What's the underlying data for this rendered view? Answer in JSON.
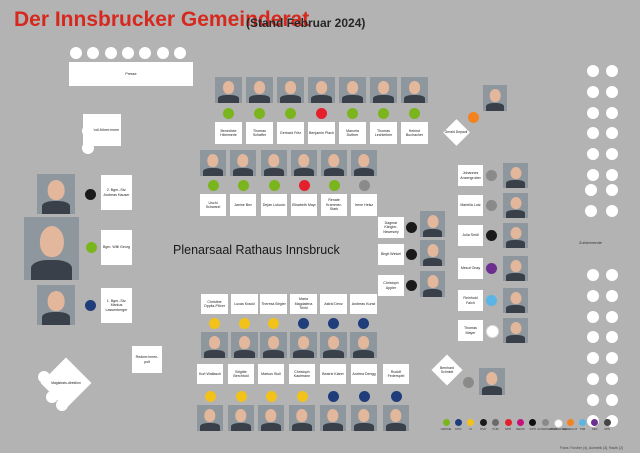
{
  "header": {
    "title": "Der Innsbrucker Gemeinderat",
    "subtitle": "(Stand Februar 2024)"
  },
  "hall_label": "Plenarsaal Rathaus Innsbruck",
  "labels": {
    "presse": "Presse",
    "protokoll": "Protokoll-führer:innen",
    "redner": "Redner:innen-pult",
    "magistrat": "Magistrats-direktion",
    "zuschauer": "Zuhörerende"
  },
  "party_colors": {
    "gruene": "#7ab51d",
    "fpoe": "#1e3d7a",
    "fi": "#f2c21a",
    "oevp": "#1a1a1a",
    "spoe": "#e4202c",
    "neos": "#c4127a",
    "kpoe": "#111111",
    "gerecht": "#f58220",
    "alternative": "#8a8a8a",
    "tsb": "#5ab4e5",
    "mig": "#6d2f8f",
    "parteifrei": "#ffffff"
  },
  "persons": [
    {
      "name": "Benedicte Hämmerle"
    },
    {
      "name": "Thomas Schaffer"
    },
    {
      "name": "Gerhard Fritz"
    },
    {
      "name": "Benjamin Plach"
    },
    {
      "name": "Marcela Duftner"
    },
    {
      "name": "Thomas Lechleitner"
    },
    {
      "name": "Helmut Buchacher"
    },
    {
      "name": "Gerald Depaoli"
    },
    {
      "name": "Uschi Schwarzl"
    },
    {
      "name": "Janine Bex"
    },
    {
      "name": "Dejan Lukovic"
    },
    {
      "name": "Elisabeth Mayr"
    },
    {
      "name": "Renate Krammer-Stark"
    },
    {
      "name": "Irene Heisz"
    },
    {
      "name": "Dagmar Klingler-Newesely"
    },
    {
      "name": "Birgit Winkel"
    },
    {
      "name": "Christoph Appler"
    },
    {
      "name": "Johannes Anzengruber"
    },
    {
      "name": "Mariella Lutz"
    },
    {
      "name": "Julia Seidl"
    },
    {
      "name": "Mesut Onay"
    },
    {
      "name": "Reinhold Falch"
    },
    {
      "name": "Thomas Mayer"
    },
    {
      "name": "Bernhard Schmidt"
    },
    {
      "name": "2. Bgm.-Stv. Andreas Hauser"
    },
    {
      "name": "Bgm. Willi Georg"
    },
    {
      "name": "1. Bgm.-Stv. Markus Lassenberger"
    },
    {
      "name": "Christine Oppitz-Plörer"
    },
    {
      "name": "Lucas Krackl"
    },
    {
      "name": "Theresa Birgler"
    },
    {
      "name": "Maria Magdalena Trinkl"
    },
    {
      "name": "Astrid Denz"
    },
    {
      "name": "Andreas Kunst"
    },
    {
      "name": "Kurt Wallasch"
    },
    {
      "name": "Brigitte Berchtold"
    },
    {
      "name": "Markus Stoll"
    },
    {
      "name": "Christoph Kaufmann"
    },
    {
      "name": "Beatrix Klarer"
    },
    {
      "name": "Andrea Dengg"
    },
    {
      "name": "Rudolf Federspiel"
    }
  ],
  "legend": [
    {
      "label": "GRÜNE",
      "color": "#7ab51d"
    },
    {
      "label": "FPÖ",
      "color": "#1e3d7a"
    },
    {
      "label": "FI",
      "color": "#f2c21a"
    },
    {
      "label": "ÖVP",
      "color": "#1a1a1a"
    },
    {
      "label": "FÜR",
      "color": "#6a6a6a"
    },
    {
      "label": "SPÖ",
      "color": "#e4202c"
    },
    {
      "label": "NEOS",
      "color": "#c4127a"
    },
    {
      "label": "KPÖ",
      "color": "#111111"
    },
    {
      "label": "ALTERNATIVE",
      "color": "#8a8a8a"
    },
    {
      "label": "PARTEIFREI",
      "color": "#ffffff"
    },
    {
      "label": "GERECHT",
      "color": "#f58220"
    },
    {
      "label": "TSB",
      "color": "#5ab4e5"
    },
    {
      "label": "MIG",
      "color": "#6d2f8f"
    },
    {
      "label": "MIS",
      "color": "#444444"
    }
  ],
  "credit": "Fotos: Forcher (4), Auhmbik (3), Rauth (2)"
}
